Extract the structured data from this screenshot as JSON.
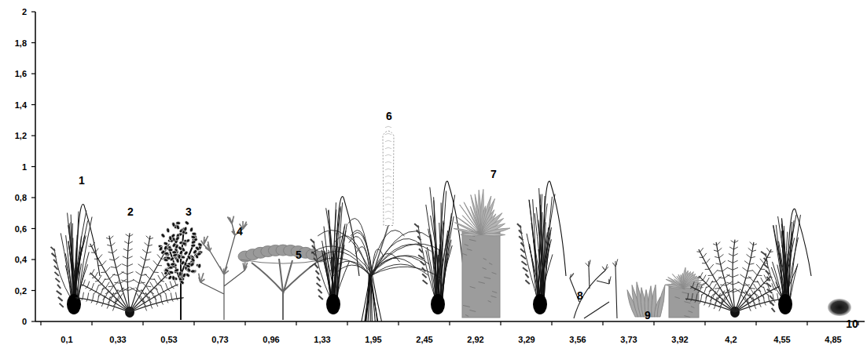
{
  "diagram": {
    "labels": [
      "2",
      "1,8",
      "1,6",
      "1,4",
      "1,2",
      "1",
      "0,8",
      "0,6",
      "0,4",
      "0,2",
      "0",
      "0,1",
      "0,33",
      "0,53",
      "0,73",
      "0,96",
      "1,33",
      "1,95",
      "2,45",
      "2,92",
      "3,29",
      "3,56",
      "3,73",
      "3,92",
      "4,2",
      "4,55",
      "4,85",
      "1",
      "2",
      "3",
      "4",
      "5",
      "6",
      "7",
      "8",
      "9",
      "10"
    ]
  }
}
